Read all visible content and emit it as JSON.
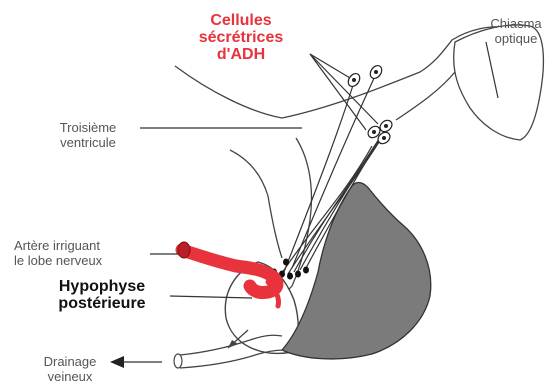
{
  "labels": {
    "adh_cells": {
      "line1": "Cellules",
      "line2": "sécrétrices",
      "line3": "d'ADH"
    },
    "chiasma": {
      "line1": "Chiasma",
      "line2": "optique"
    },
    "third_ventricle": {
      "line1": "Troisième",
      "line2": "ventricule"
    },
    "artery": {
      "line1": "Artère irriguant",
      "line2": "le lobe nerveux"
    },
    "posterior_pituitary": {
      "line1": "Hypophyse",
      "line2": "postérieure"
    },
    "venous_drainage": {
      "line1": "Drainage",
      "line2": "veineux"
    }
  },
  "colors": {
    "accent_red": "#e8333c",
    "anterior_lobe": "#7b7b7b",
    "outline": "#444444",
    "label_text": "#555555"
  }
}
